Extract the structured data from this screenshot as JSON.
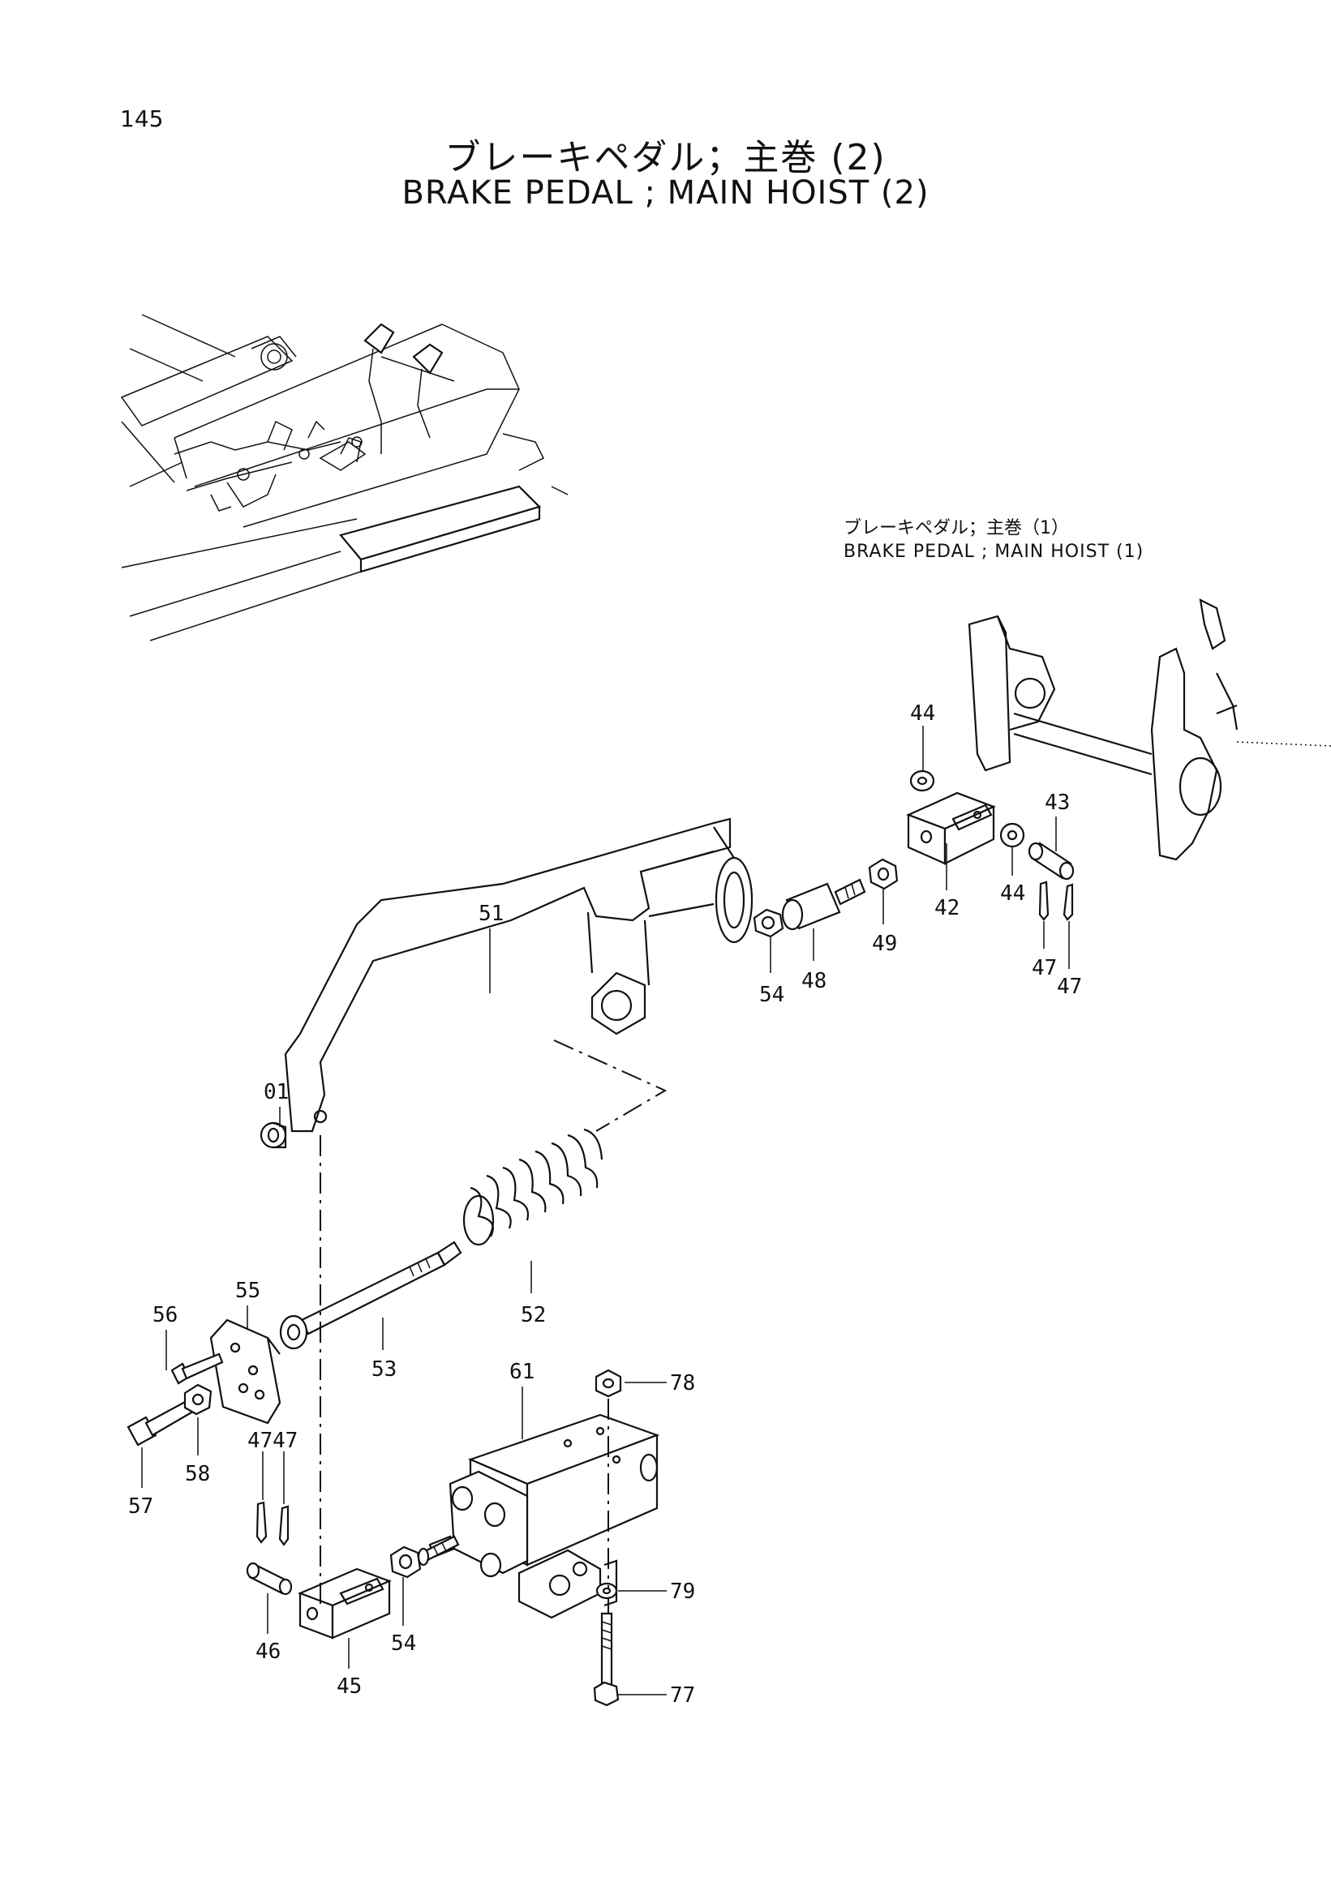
{
  "page": {
    "number": "145",
    "title_jp": "ブレーキペダル；主巻 (2)",
    "title_en": "BRAKE PEDAL ; MAIN HOIST (2)"
  },
  "reference": {
    "jp": "ブレーキペダル；主巻（1）",
    "en": "BRAKE PEDAL ; MAIN HOIST (1)"
  },
  "callouts": {
    "c01": "01",
    "c42": "42",
    "c43": "43",
    "c44a": "44",
    "c44b": "44",
    "c45": "45",
    "c46": "46",
    "c47a": "47",
    "c47b": "47",
    "c47c": "47",
    "c47d": "47",
    "c48": "48",
    "c49": "49",
    "c51": "51",
    "c52": "52",
    "c53": "53",
    "c54a": "54",
    "c54b": "54",
    "c55": "55",
    "c56": "56",
    "c57": "57",
    "c58": "58",
    "c61": "61",
    "c77": "77",
    "c78": "78",
    "c79": "79"
  }
}
